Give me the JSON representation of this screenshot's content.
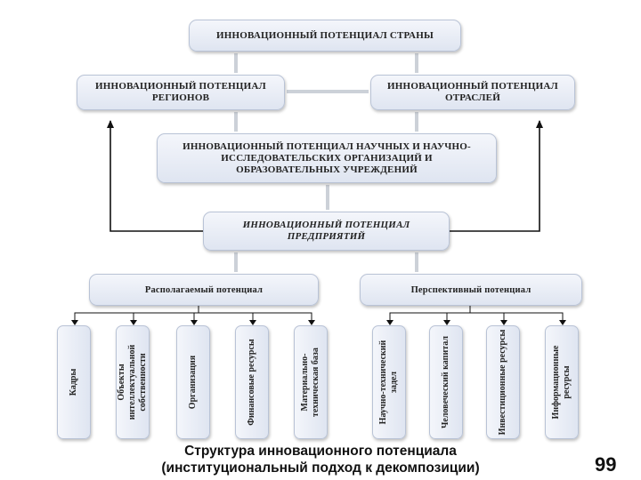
{
  "boxes": {
    "country": "ИННОВАЦИОННЫЙ ПОТЕНЦИАЛ СТРАНЫ",
    "regions": "ИННОВАЦИОННЫЙ ПОТЕНЦИАЛ\nРЕГИОНОВ",
    "industries": "ИННОВАЦИОННЫЙ ПОТЕНЦИАЛ\nОТРАСЛЕЙ",
    "science": "ИННОВАЦИОННЫЙ ПОТЕНЦИАЛ НАУЧНЫХ И НАУЧНО-\nИССЛЕДОВАТЕЛЬСКИХ ОРГАНИЗАЦИЙ И\nОБРАЗОВАТЕЛЬНЫХ УЧРЕЖДЕНИЙ",
    "enterprise": "ИННОВАЦИОННЫЙ ПОТЕНЦИАЛ\nПРЕДПРИЯТИЙ",
    "available": "Располагаемый потенциал",
    "prospective": "Перспективный потенциал"
  },
  "resources": [
    "Кадры",
    "Объекты интеллектуальной собственности",
    "Организация",
    "Финансовые ресурсы",
    "Материально-техническая база",
    "Научно-технический задел",
    "Человеческий капитал",
    "Инвестиционные ресурсы",
    "Информационные ресурсы"
  ],
  "caption": {
    "line1": "Структура инновационного потенциала",
    "line2": "(институциональный подход к декомпозиции)"
  },
  "page_number": "99"
}
